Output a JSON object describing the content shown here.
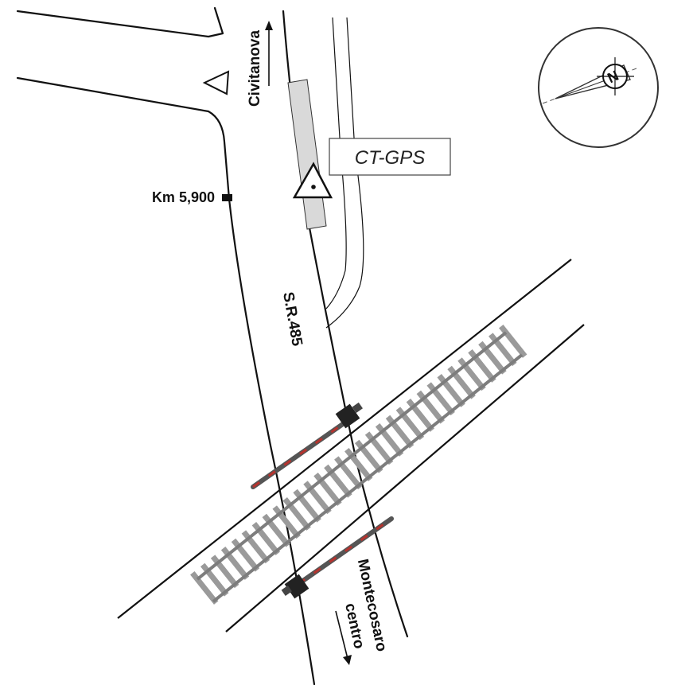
{
  "labels": {
    "north_direction": "Civitanova",
    "south_direction_line1": "Montecosaro",
    "south_direction_line2": "centro",
    "station": "CT-GPS",
    "road": "S.R.485",
    "km_marker": "Km 5,900",
    "compass_letter": "N"
  },
  "colors": {
    "line": "#111111",
    "rail": "#8a8a8a",
    "sleeper": "#9a9a9a",
    "platform_fill": "#d9d9d9",
    "barrier_stripe": "#b5332e",
    "barrier_base": "#555555"
  },
  "symbols": {
    "station": "triangle-dot-icon",
    "benchmark": "triangle-outline-icon",
    "compass": "north-arrow-icon",
    "level_crossing_barriers": "barrier-icon"
  }
}
